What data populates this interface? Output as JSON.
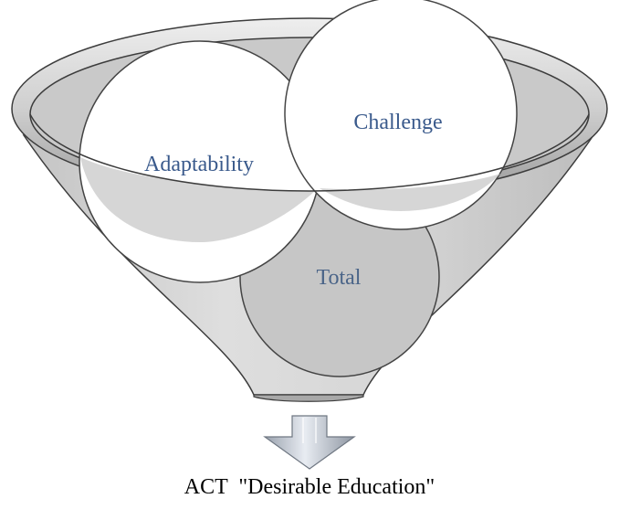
{
  "diagram": {
    "circles": [
      {
        "label": "Adaptability"
      },
      {
        "label": "Challenge"
      },
      {
        "label": "Total"
      }
    ],
    "caption": "ACT  \"Desirable Education\"",
    "colors": {
      "label_text": "#3a5a8c",
      "total_label_text": "#4a6488",
      "funnel_outline": "#3c3c3c",
      "circle_outline": "#444444",
      "arrow_fill": "#b4bcc8"
    }
  }
}
